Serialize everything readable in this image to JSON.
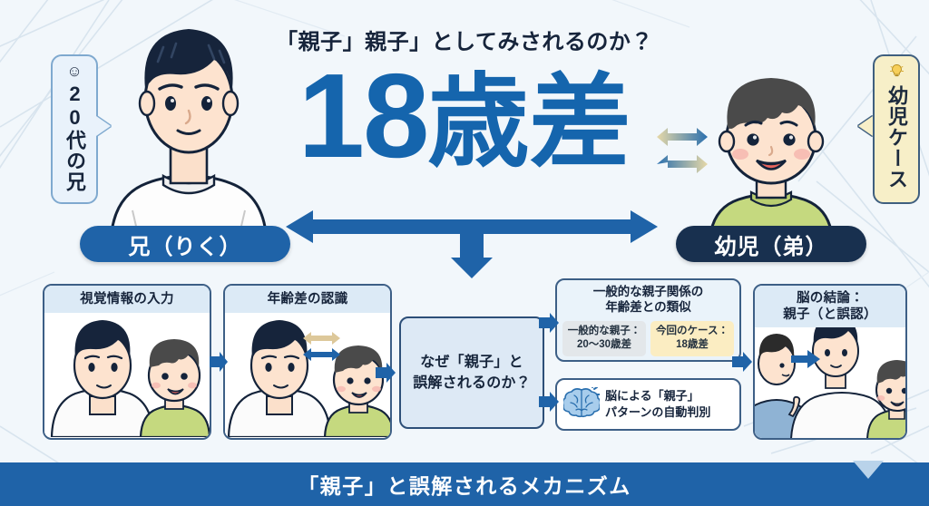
{
  "headline": "「親子」親子」としてみされるのか？",
  "hero": {
    "number": "18",
    "unit": "歳差"
  },
  "callouts": {
    "left": {
      "icon": "smiley-face-icon",
      "icon_glyph": "☺",
      "text": "20代の兄",
      "bg": "#e9f2fb",
      "border": "#7fa9cf"
    },
    "right": {
      "icon": "lightbulb-icon",
      "icon_glyph": "💡",
      "text": "幼児ケース",
      "bg": "#f7efc8",
      "border": "#3f5f7f"
    }
  },
  "people": {
    "left_label": "兄（りく）",
    "right_label": "幼児（弟）",
    "left_pill_color": "#1f63a8",
    "right_pill_color": "#18304f"
  },
  "flow": {
    "step1": {
      "title": "視覚情報の入力"
    },
    "step2": {
      "title": "年齢差の認識"
    },
    "question": "なぜ「親子」と\n誤解されるのか？",
    "comparison": {
      "title": "一般的な親子関係の\n年齢差との類似",
      "cells": [
        {
          "label": "一般的な親子：",
          "value": "20〜30歳差",
          "style": "gray"
        },
        {
          "label": "今回のケース：",
          "value": "18歳差",
          "style": "yellow"
        }
      ]
    },
    "brain": {
      "icon": "brain-icon",
      "line1": "脳による「親子」",
      "line2": "パターンの自動判別"
    },
    "conclusion": {
      "line1": "脳の結論：",
      "line2": "親子（と誤認）"
    }
  },
  "banner": {
    "text": "「親子」と誤解されるメカニズム",
    "color": "#1f63a8"
  },
  "palette": {
    "accent_blue": "#1565ad",
    "dark_navy": "#16243b",
    "panel_blue": "#dceaf6",
    "bg": "#f2f7fb",
    "yellow": "#fbedc2"
  }
}
